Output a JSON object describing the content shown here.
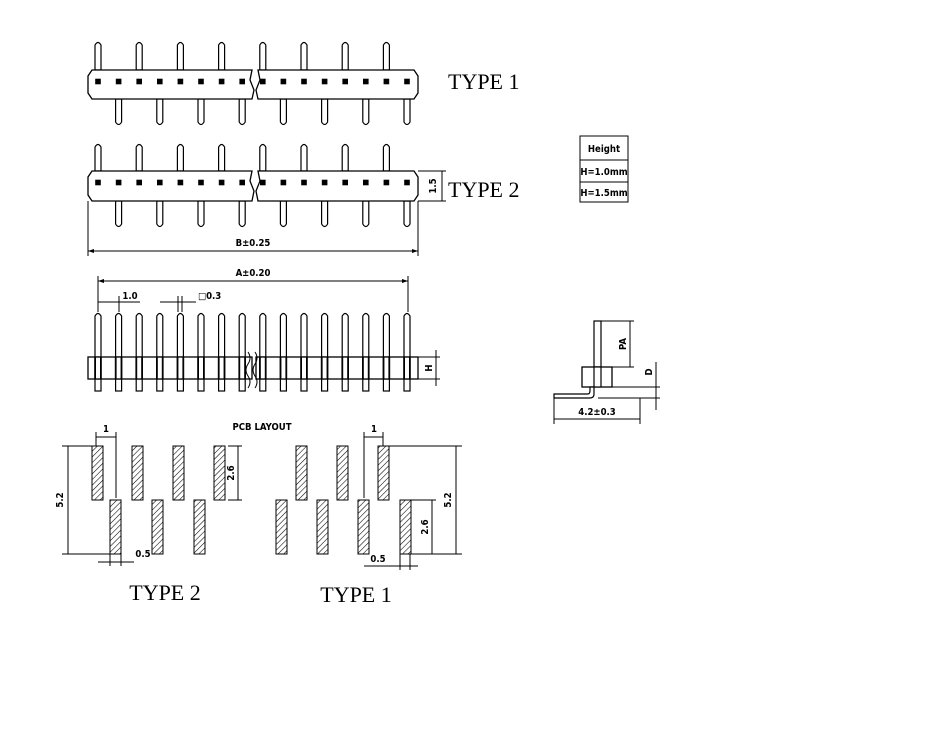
{
  "labels": {
    "type1_top": "TYPE 1",
    "type2_top": "TYPE 2",
    "type2_bottom": "TYPE 2",
    "type1_bottom": "TYPE 1",
    "pcb_layout": "PCB LAYOUT"
  },
  "dimensions": {
    "b_tolerance": "B±0.25",
    "a_tolerance": "A±0.20",
    "pitch": "1.0",
    "pin_square": "□0.3",
    "type2_height": "1.5",
    "h_label": "H",
    "pa_label": "PA",
    "d_label": "D",
    "side_width": "4.2±0.3",
    "pad_pitch_left": "1",
    "pad_pitch_right": "1",
    "row_span_left": "5.2",
    "row_span_right": "5.2",
    "pad_length_left": "2.6",
    "pad_length_right": "2.6",
    "pad_width_left": "0.5",
    "pad_width_right": "0.5"
  },
  "height_table": {
    "header": "Height",
    "rows": [
      "H=1.0mm",
      "H=1.5mm"
    ]
  }
}
